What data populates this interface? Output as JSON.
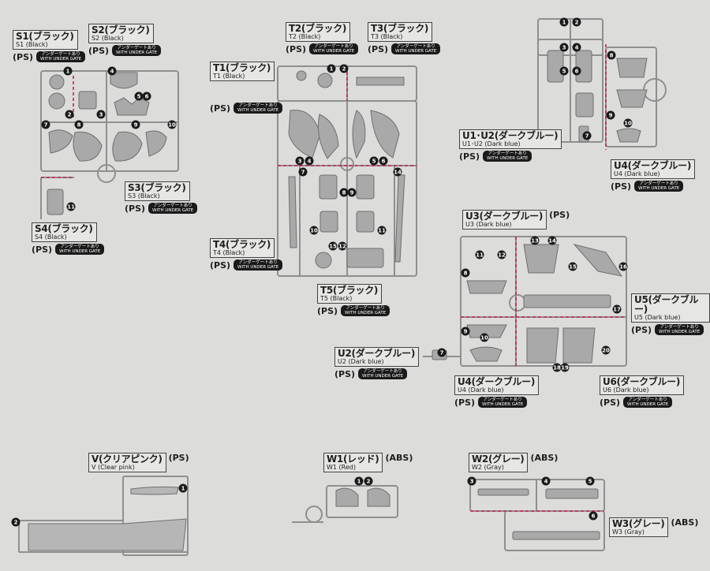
{
  "gate_top": "アンダーゲートあり",
  "gate_bottom": "WITH UNDER GATE",
  "labels": [
    {
      "id": "S1",
      "name": "S1(ブラック)",
      "sub": "S1 (Black)",
      "mat": "(PS)",
      "gate": true
    },
    {
      "id": "S2",
      "name": "S2(ブラック)",
      "sub": "S2 (Black)",
      "mat": "(PS)",
      "gate": true
    },
    {
      "id": "S3",
      "name": "S3(ブラック)",
      "sub": "S3 (Black)",
      "mat": "(PS)",
      "gate": true
    },
    {
      "id": "S4",
      "name": "S4(ブラック)",
      "sub": "S4 (Black)",
      "mat": "(PS)",
      "gate": true
    },
    {
      "id": "T1",
      "name": "T1(ブラック)",
      "sub": "T1 (Black)",
      "mat": "(PS)",
      "gate": true
    },
    {
      "id": "T2",
      "name": "T2(ブラック)",
      "sub": "T2 (Black)",
      "mat": "(PS)",
      "gate": true
    },
    {
      "id": "T3",
      "name": "T3(ブラック)",
      "sub": "T3 (Black)",
      "mat": "(PS)",
      "gate": true
    },
    {
      "id": "T4",
      "name": "T4(ブラック)",
      "sub": "T4 (Black)",
      "mat": "(PS)",
      "gate": true
    },
    {
      "id": "T5",
      "name": "T5(ブラック)",
      "sub": "T5 (Black)",
      "mat": "(PS)",
      "gate": true
    },
    {
      "id": "U1U2",
      "name": "U1･U2(ダークブルー)",
      "sub": "U1･U2 (Dark blue)",
      "mat": "(PS)",
      "gate": true
    },
    {
      "id": "U4a",
      "name": "U4(ダークブルー)",
      "sub": "U4 (Dark blue)",
      "mat": "(PS)",
      "gate": true
    },
    {
      "id": "U3",
      "name": "U3(ダークブルー)",
      "sub": "U3 (Dark blue)",
      "mat": "(PS)",
      "gate": false
    },
    {
      "id": "U5",
      "name": "U5(ダークブルー)",
      "sub": "U5 (Dark blue)",
      "mat": "(PS)",
      "gate": true
    },
    {
      "id": "U2",
      "name": "U2(ダークブルー)",
      "sub": "U2 (Dark blue)",
      "mat": "(PS)",
      "gate": true
    },
    {
      "id": "U4b",
      "name": "U4(ダークブルー)",
      "sub": "U4 (Dark blue)",
      "mat": "(PS)",
      "gate": true
    },
    {
      "id": "U6",
      "name": "U6(ダークブルー)",
      "sub": "U6 (Dark blue)",
      "mat": "(PS)",
      "gate": true
    },
    {
      "id": "V",
      "name": "V(クリアピンク)",
      "sub": "V (Clear pink)",
      "mat": "(PS)",
      "gate": false
    },
    {
      "id": "W1",
      "name": "W1(レッド)",
      "sub": "W1 (Red)",
      "mat": "(ABS)",
      "gate": false
    },
    {
      "id": "W2",
      "name": "W2(グレー)",
      "sub": "W2 (Gray)",
      "mat": "(ABS)",
      "gate": false
    },
    {
      "id": "W3",
      "name": "W3(グレー)",
      "sub": "W3 (Gray)",
      "mat": "(ABS)",
      "gate": false
    }
  ],
  "part_numbers": {
    "S": [
      "1",
      "2",
      "3",
      "4",
      "5",
      "6",
      "7",
      "8",
      "9",
      "10",
      "11"
    ],
    "T": [
      "1",
      "2",
      "3",
      "4",
      "5",
      "6",
      "7",
      "8",
      "9",
      "10",
      "11",
      "12",
      "14",
      "15"
    ],
    "U12": [
      "1",
      "2",
      "3",
      "4",
      "5",
      "6",
      "7",
      "8",
      "9",
      "10"
    ],
    "U3": [
      "8",
      "9",
      "10",
      "11",
      "12",
      "13",
      "14",
      "15",
      "16",
      "17",
      "18",
      "19",
      "20"
    ],
    "U2": [
      "7"
    ],
    "V": [
      "1",
      "2"
    ],
    "W": [
      "1",
      "2",
      "3",
      "4",
      "5",
      "6"
    ]
  },
  "colors": {
    "background": "#dcdcda",
    "runner": "#8f8f8f",
    "part_fill": "#a9a9a9",
    "cut_line": "#c8205a",
    "badge": "#1a1a1a"
  }
}
